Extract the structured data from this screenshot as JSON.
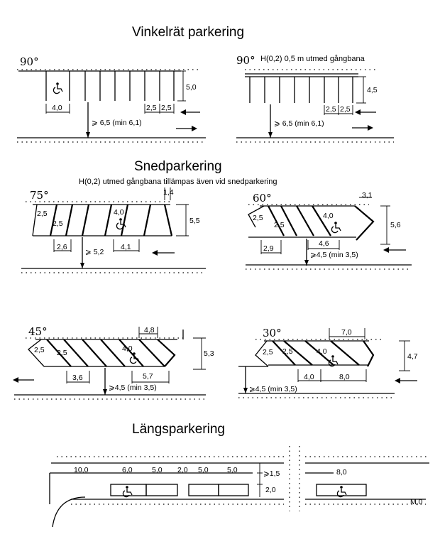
{
  "sections": {
    "perpendicular": {
      "title": "Vinkelrät parkering",
      "left": {
        "angle": "90°",
        "depth": "5,0",
        "width_single": "4,0",
        "width_a": "2,5",
        "width_b": "2,5",
        "aisle": "⩾ 6,5 (min 6,1)"
      },
      "right": {
        "angle": "90°",
        "note": "H(0,2) 0,5 m utmed gångbana",
        "depth": "4,5",
        "width_a": "2,5",
        "width_b": "2,5",
        "aisle": "⩾ 6,5 (min 6,1)"
      }
    },
    "angled": {
      "title": "Snedparkering",
      "note": "H(0,2) utmed gångbana tillämpas även vid snedparkering",
      "a75": {
        "angle": "75°",
        "offset": "1,4",
        "depth": "5,5",
        "stall_a": "2,5",
        "stall_b": "2,5",
        "stall_wide": "4,0",
        "curb_a": "2,6",
        "curb_b": "4,1",
        "aisle": "⩾ 5,2"
      },
      "a60": {
        "angle": "60°",
        "offset": "3,1",
        "depth": "5,6",
        "stall_a": "2,5",
        "stall_b": "2,5",
        "stall_wide": "4,0",
        "curb_a": "2,9",
        "curb_b": "4,6",
        "aisle": "⩾4,5 (min 3,5)"
      },
      "a45": {
        "angle": "45°",
        "offset": "4,8",
        "depth": "5,3",
        "stall_a": "2,5",
        "stall_b": "2,5",
        "stall_wide": "4,0",
        "curb_a": "3,6",
        "curb_b": "5,7",
        "aisle": "⩾4,5 (min 3,5)"
      },
      "a30": {
        "angle": "30°",
        "offset": "7,0",
        "depth": "4,7",
        "stall_a": "2,5",
        "stall_b": "2,5",
        "stall_wide": "4,0",
        "curb_a": "4,0",
        "curb_b": "8,0",
        "aisle": "⩾4,5 (min 3,5)"
      }
    },
    "parallel": {
      "title": "Längsparkering",
      "d_10": "10,0",
      "d_60": "6,0",
      "d_50a": "5,0",
      "d_20": "2,0",
      "d_50b": "5,0",
      "d_50c": "5,0",
      "d_15": "⩾1,5",
      "d_20v": "2,0",
      "d_80": "8,0",
      "end": "M,0"
    }
  }
}
